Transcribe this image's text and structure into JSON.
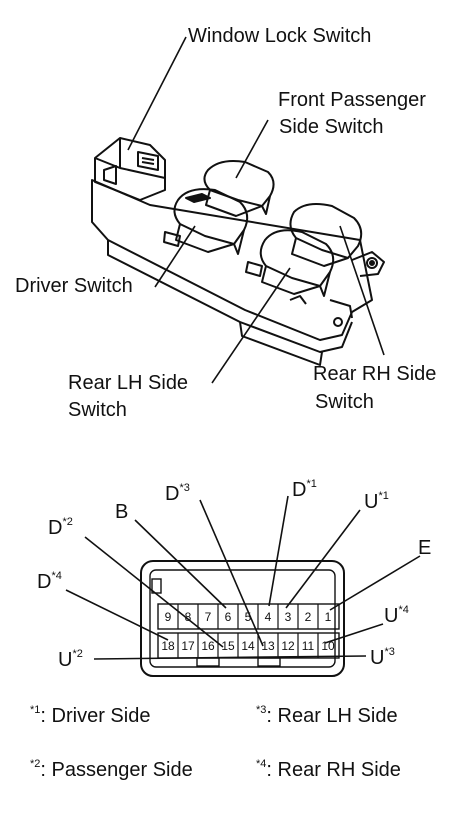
{
  "switch_labels": {
    "window_lock": "Window Lock Switch",
    "front_passenger_1": "Front Passenger",
    "front_passenger_2": "Side Switch",
    "driver": "Driver Switch",
    "rear_lh_1": "Rear LH Side",
    "rear_lh_2": "Switch",
    "rear_rh_1": "Rear RH Side",
    "rear_rh_2": "Switch"
  },
  "connector": {
    "top_row": [
      "9",
      "8",
      "7",
      "6",
      "5",
      "4",
      "3",
      "2",
      "1"
    ],
    "bottom_row": [
      "18",
      "17",
      "16",
      "15",
      "14",
      "13",
      "12",
      "11",
      "10"
    ],
    "callouts": {
      "d3": {
        "letter": "D",
        "sup": "*3"
      },
      "d1": {
        "letter": "D",
        "sup": "*1"
      },
      "b": {
        "letter": "B",
        "sup": ""
      },
      "d2": {
        "letter": "D",
        "sup": "*2"
      },
      "u1": {
        "letter": "U",
        "sup": "*1"
      },
      "e": {
        "letter": "E",
        "sup": ""
      },
      "d4": {
        "letter": "D",
        "sup": "*4"
      },
      "u4": {
        "letter": "U",
        "sup": "*4"
      },
      "u2": {
        "letter": "U",
        "sup": "*2"
      },
      "u3": {
        "letter": "U",
        "sup": "*3"
      }
    }
  },
  "legend": [
    {
      "mark": "*1",
      "text": ": Driver Side"
    },
    {
      "mark": "*3",
      "text": ": Rear LH Side"
    },
    {
      "mark": "*2",
      "text": ": Passenger Side"
    },
    {
      "mark": "*4",
      "text": ": Rear RH Side"
    }
  ]
}
